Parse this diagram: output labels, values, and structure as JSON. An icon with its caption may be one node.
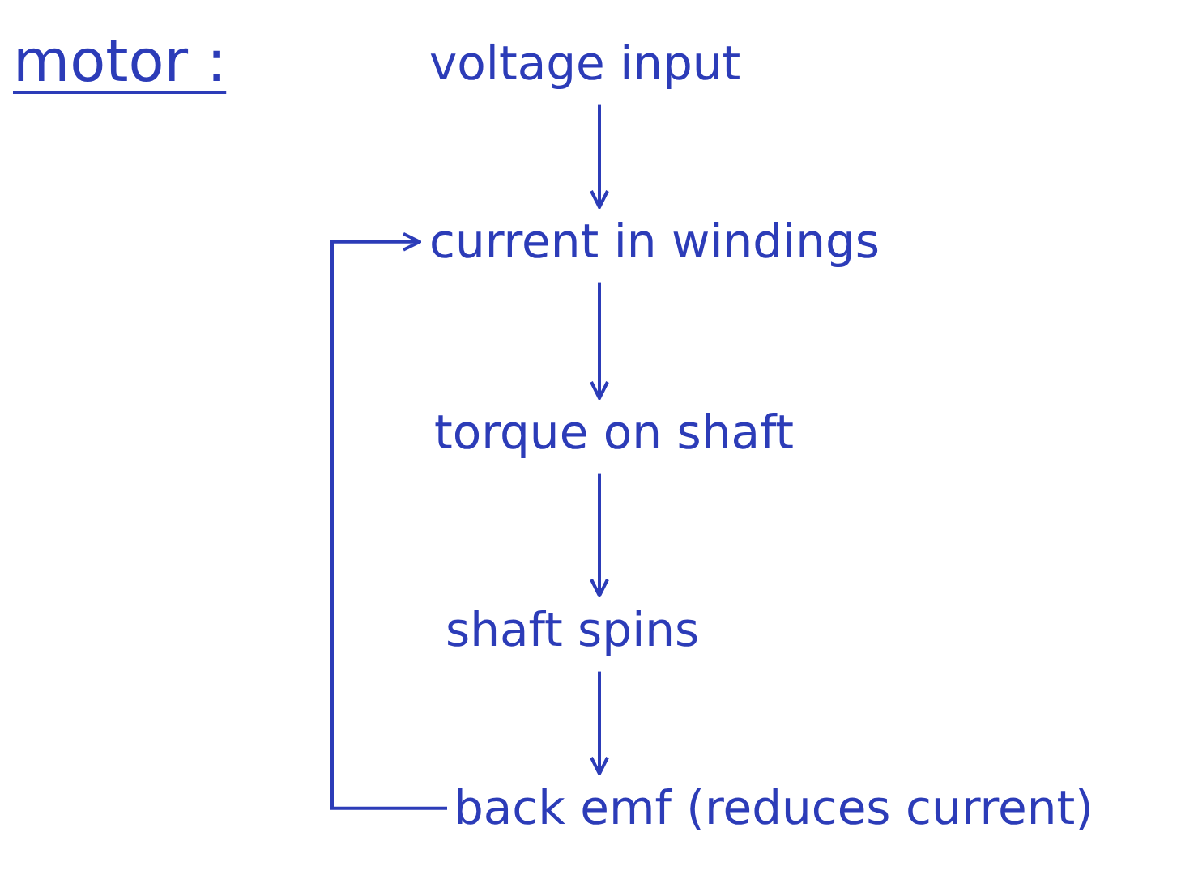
{
  "diagram": {
    "title": "motor :",
    "nodes": [
      {
        "text": [
          "voltage input"
        ]
      },
      {
        "text": [
          "current in windings"
        ]
      },
      {
        "text": [
          "torque on shaft"
        ]
      },
      {
        "text": [
          "shaft spins"
        ]
      },
      {
        "text": [
          "back emf (reduces current)"
        ]
      }
    ],
    "edges": [
      {
        "from": 0,
        "to": 1,
        "arrow": "to"
      },
      {
        "from": 1,
        "to": 2,
        "arrow": "to"
      },
      {
        "from": 2,
        "to": 3,
        "arrow": "to"
      },
      {
        "from": 3,
        "to": 4,
        "arrow": "to"
      },
      {
        "from": 4,
        "to": 1,
        "arrow": "to"
      }
    ]
  }
}
